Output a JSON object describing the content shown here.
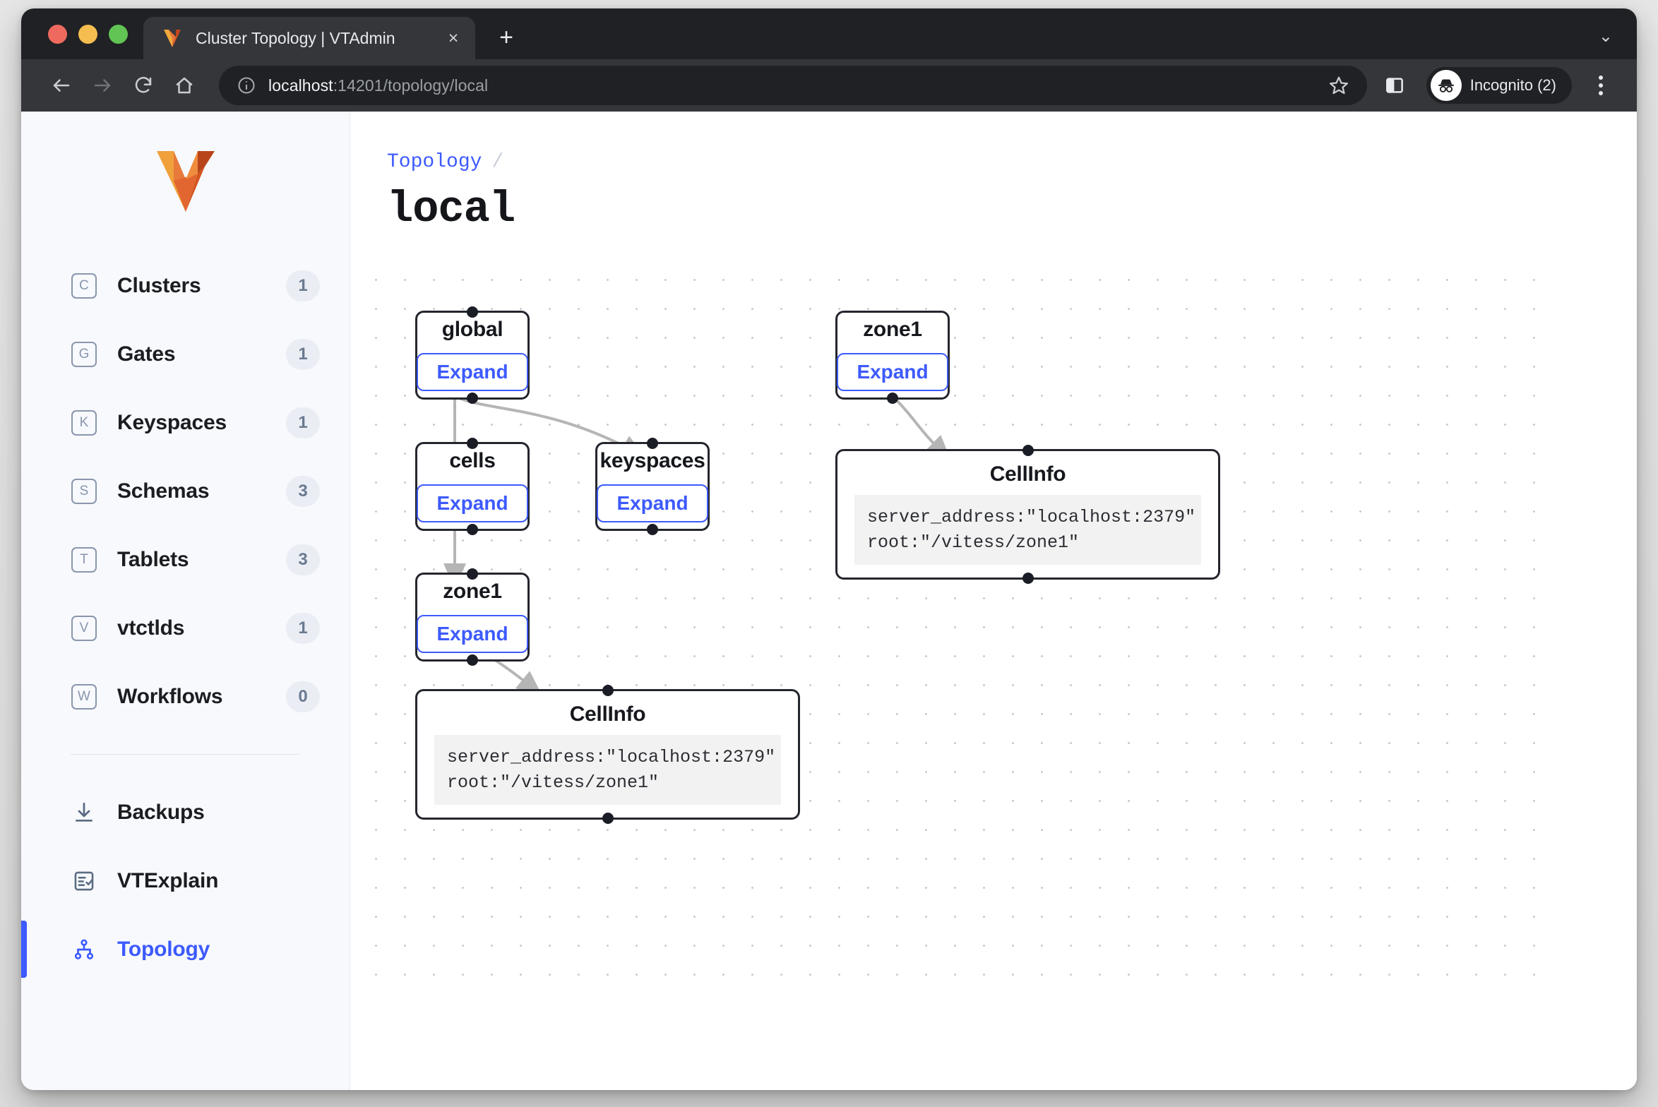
{
  "browser": {
    "tab": {
      "title": "Cluster Topology | VTAdmin",
      "favicon": "vitess-v-icon",
      "close": "×"
    },
    "new_tab_label": "+",
    "collapse_label": "⌄",
    "url_host": "localhost",
    "url_path": ":14201/topology/local",
    "profile_label": "Incognito (2)"
  },
  "sidebar": {
    "logo": "vitess-logo",
    "items": [
      {
        "key": "C",
        "label": "Clusters",
        "badge": "1",
        "active": false
      },
      {
        "key": "G",
        "label": "Gates",
        "badge": "1",
        "active": false
      },
      {
        "key": "K",
        "label": "Keyspaces",
        "badge": "1",
        "active": false
      },
      {
        "key": "S",
        "label": "Schemas",
        "badge": "3",
        "active": false
      },
      {
        "key": "T",
        "label": "Tablets",
        "badge": "3",
        "active": false
      },
      {
        "key": "V",
        "label": "vtctlds",
        "badge": "1",
        "active": false
      },
      {
        "key": "W",
        "label": "Workflows",
        "badge": "0",
        "active": false
      }
    ],
    "secondary_items": [
      {
        "icon": "download-icon",
        "label": "Backups",
        "active": false
      },
      {
        "icon": "checklist-icon",
        "label": "VTExplain",
        "active": false
      },
      {
        "icon": "topology-icon",
        "label": "Topology",
        "active": true
      }
    ]
  },
  "main": {
    "breadcrumb_root": "Topology",
    "breadcrumb_separator": "/",
    "title": "local"
  },
  "graph": {
    "nodes": [
      {
        "id": "global",
        "title": "global",
        "action": "Expand"
      },
      {
        "id": "cells",
        "title": "cells",
        "action": "Expand"
      },
      {
        "id": "keyspaces",
        "title": "keyspaces",
        "action": "Expand"
      },
      {
        "id": "zone1_a",
        "title": "zone1",
        "action": "Expand"
      },
      {
        "id": "zone1_b",
        "title": "zone1",
        "action": "Expand"
      },
      {
        "id": "cellinfo_a",
        "title": "CellInfo",
        "code": "server_address:\"localhost:2379\"\nroot:\"/vitess/zone1\""
      },
      {
        "id": "cellinfo_b",
        "title": "CellInfo",
        "code": "server_address:\"localhost:2379\"\nroot:\"/vitess/zone1\""
      }
    ]
  },
  "colors": {
    "accent": "#3d5afe",
    "node_border": "#24262e",
    "sidebar_bg": "#f7f9fc",
    "badge_bg": "#eaeef4",
    "code_bg": "#f2f2f2",
    "edge": "#b5b5b5"
  }
}
